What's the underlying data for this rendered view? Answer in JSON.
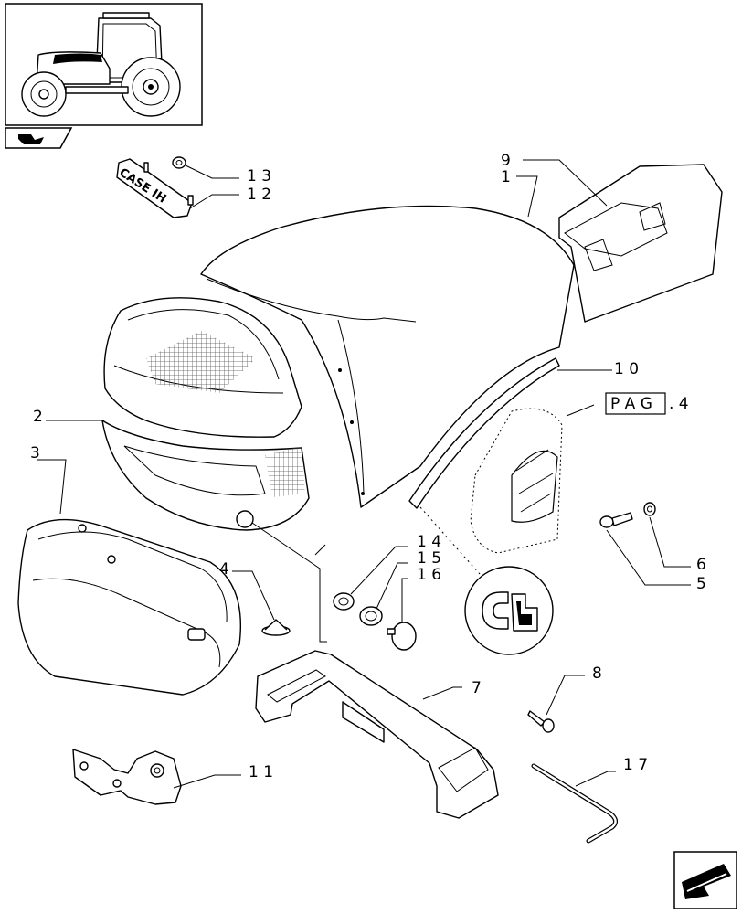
{
  "diagram": {
    "reference": {
      "prefix": "P A G",
      "number": ". 4"
    },
    "callouts": [
      {
        "id": "1",
        "text": "1"
      },
      {
        "id": "2",
        "text": "2"
      },
      {
        "id": "3",
        "text": "3"
      },
      {
        "id": "4",
        "text": "4"
      },
      {
        "id": "5",
        "text": "5"
      },
      {
        "id": "6",
        "text": "6"
      },
      {
        "id": "7",
        "text": "7"
      },
      {
        "id": "8",
        "text": "8"
      },
      {
        "id": "9",
        "text": "9"
      },
      {
        "id": "10",
        "text": "1 0"
      },
      {
        "id": "11",
        "text": "1 1"
      },
      {
        "id": "12",
        "text": "1 2"
      },
      {
        "id": "13",
        "text": "1 3"
      },
      {
        "id": "14",
        "text": "1 4"
      },
      {
        "id": "15",
        "text": "1 5"
      },
      {
        "id": "16",
        "text": "1 6"
      },
      {
        "id": "17",
        "text": "1 7"
      }
    ],
    "logo_text": "CASE IH",
    "icons": [
      "tractor-thumbnail-icon",
      "section-tab-icon",
      "next-page-arrow-icon",
      "seal-profile-detail-icon"
    ],
    "colors": {
      "line": "#000000",
      "background": "#ffffff"
    }
  }
}
